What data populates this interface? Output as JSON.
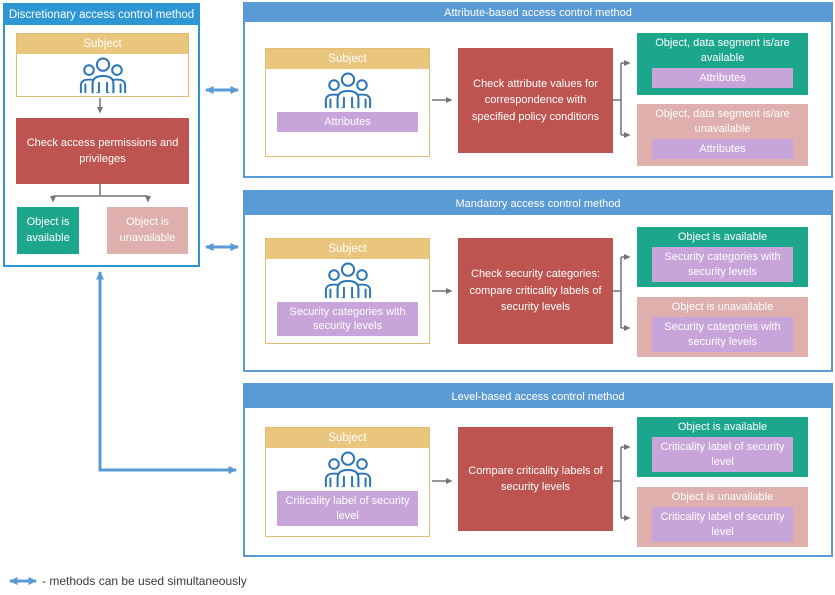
{
  "legend": {
    "text": "- methods can be used simultaneously",
    "symbol": "double-arrow-icon"
  },
  "icons": {
    "subject": "people-group-icon"
  },
  "colors": {
    "panel_blue": "#5B9BD5",
    "discretionary_blue": "#2E96D3",
    "subject_gold": "#EAC57E",
    "process_red": "#BE5450",
    "available_green": "#1CA78C",
    "unavailable_pink": "#DEAFAC",
    "tag_purple": "#C7A4D9",
    "connector_gray": "#757575",
    "people_icon_blue": "#2E75B6"
  },
  "panels": {
    "discretionary": {
      "title": "Discretionary access control method",
      "subject": {
        "title": "Subject"
      },
      "process": "Check access permissions and privileges",
      "available": "Object is available",
      "unavailable": "Object is unavailable"
    },
    "attribute": {
      "title": "Attribute-based access control method",
      "subject": {
        "title": "Subject",
        "tag": "Attributes"
      },
      "process": "Check attribute values for correspondence with specified policy conditions",
      "available": {
        "title": "Object, data segment is/are available",
        "tag": "Attributes"
      },
      "unavailable": {
        "title": "Object, data segment is/are unavailable",
        "tag": "Attributes"
      }
    },
    "mandatory": {
      "title": "Mandatory access control method",
      "subject": {
        "title": "Subject",
        "tag": "Security categories with security levels"
      },
      "process": "Check security categories: compare criticality labels of security levels",
      "available": {
        "title": "Object is available",
        "tag": "Security categories with security levels"
      },
      "unavailable": {
        "title": "Object is unavailable",
        "tag": "Security categories with security levels"
      }
    },
    "level": {
      "title": "Level-based access control method",
      "subject": {
        "title": "Subject",
        "tag": "Criticality label of security level"
      },
      "process": "Compare criticality labels of security levels",
      "available": {
        "title": "Object is available",
        "tag": "Criticality label of security level"
      },
      "unavailable": {
        "title": "Object is unavailable",
        "tag": "Criticality label of security level"
      }
    }
  }
}
